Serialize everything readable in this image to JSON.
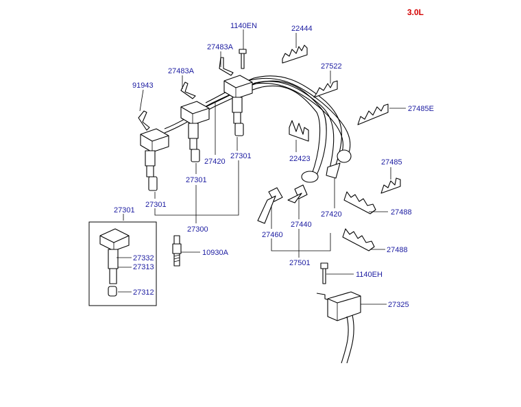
{
  "engine_label": "3.0L",
  "callouts": [
    {
      "id": "1140en",
      "text": "1140EN"
    },
    {
      "id": "22444",
      "text": "22444"
    },
    {
      "id": "27483a-top",
      "text": "27483A"
    },
    {
      "id": "27483a-mid",
      "text": "27483A"
    },
    {
      "id": "91943",
      "text": "91943"
    },
    {
      "id": "27522",
      "text": "27522"
    },
    {
      "id": "27485e",
      "text": "27485E"
    },
    {
      "id": "22423",
      "text": "22423"
    },
    {
      "id": "27420-left",
      "text": "27420"
    },
    {
      "id": "27301-right",
      "text": "27301"
    },
    {
      "id": "27301-mid",
      "text": "27301"
    },
    {
      "id": "27301-left",
      "text": "27301"
    },
    {
      "id": "27485",
      "text": "27485"
    },
    {
      "id": "27488-top",
      "text": "27488"
    },
    {
      "id": "27420-right",
      "text": "27420"
    },
    {
      "id": "27440",
      "text": "27440"
    },
    {
      "id": "27460",
      "text": "27460"
    },
    {
      "id": "27300",
      "text": "27300"
    },
    {
      "id": "27301-box",
      "text": "27301"
    },
    {
      "id": "27332",
      "text": "27332"
    },
    {
      "id": "27313",
      "text": "27313"
    },
    {
      "id": "27312",
      "text": "27312"
    },
    {
      "id": "10930a",
      "text": "10930A"
    },
    {
      "id": "27488-bottom",
      "text": "27488"
    },
    {
      "id": "27501",
      "text": "27501"
    },
    {
      "id": "1140eh",
      "text": "1140EH"
    },
    {
      "id": "27325",
      "text": "27325"
    }
  ]
}
